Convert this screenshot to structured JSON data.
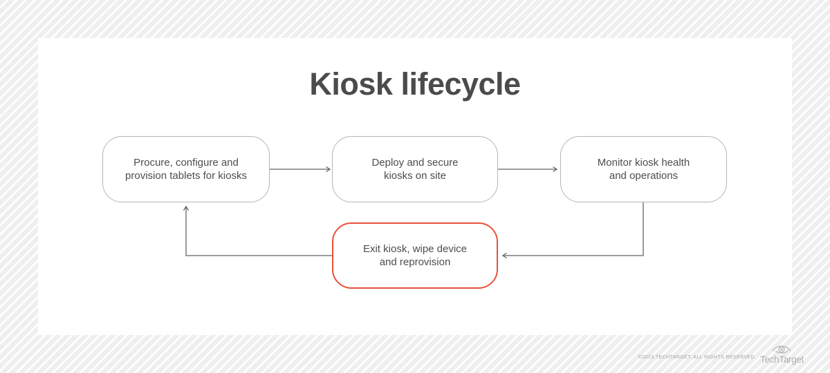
{
  "page": {
    "title": "Kiosk lifecycle"
  },
  "diagram": {
    "nodes": [
      {
        "id": "procure",
        "line1": "Procure, configure and",
        "line2": "provision tablets for kiosks",
        "variant": "default"
      },
      {
        "id": "deploy",
        "line1": "Deploy and secure",
        "line2": "kiosks on site",
        "variant": "default"
      },
      {
        "id": "monitor",
        "line1": "Monitor kiosk health",
        "line2": "and operations",
        "variant": "default"
      },
      {
        "id": "exit",
        "line1": "Exit kiosk, wipe device",
        "line2": "and reprovision",
        "variant": "highlight"
      }
    ],
    "edges": [
      {
        "from": "procure",
        "to": "deploy"
      },
      {
        "from": "deploy",
        "to": "monitor"
      },
      {
        "from": "monitor",
        "to": "exit"
      },
      {
        "from": "exit",
        "to": "procure"
      }
    ]
  },
  "footer": {
    "copyright": "©2023 TECHTARGET. ALL RIGHTS RESERVED",
    "brand": "TechTarget"
  },
  "colors": {
    "background": "#efefef",
    "stripe": "#ffffff",
    "card": "#ffffff",
    "title_text": "#4b4b4d",
    "node_text": "#4d4d4f",
    "node_border": "#b5b5b5",
    "highlight_border": "#e8503a",
    "connector": "#858585",
    "footer_text": "#a3a3a3"
  }
}
